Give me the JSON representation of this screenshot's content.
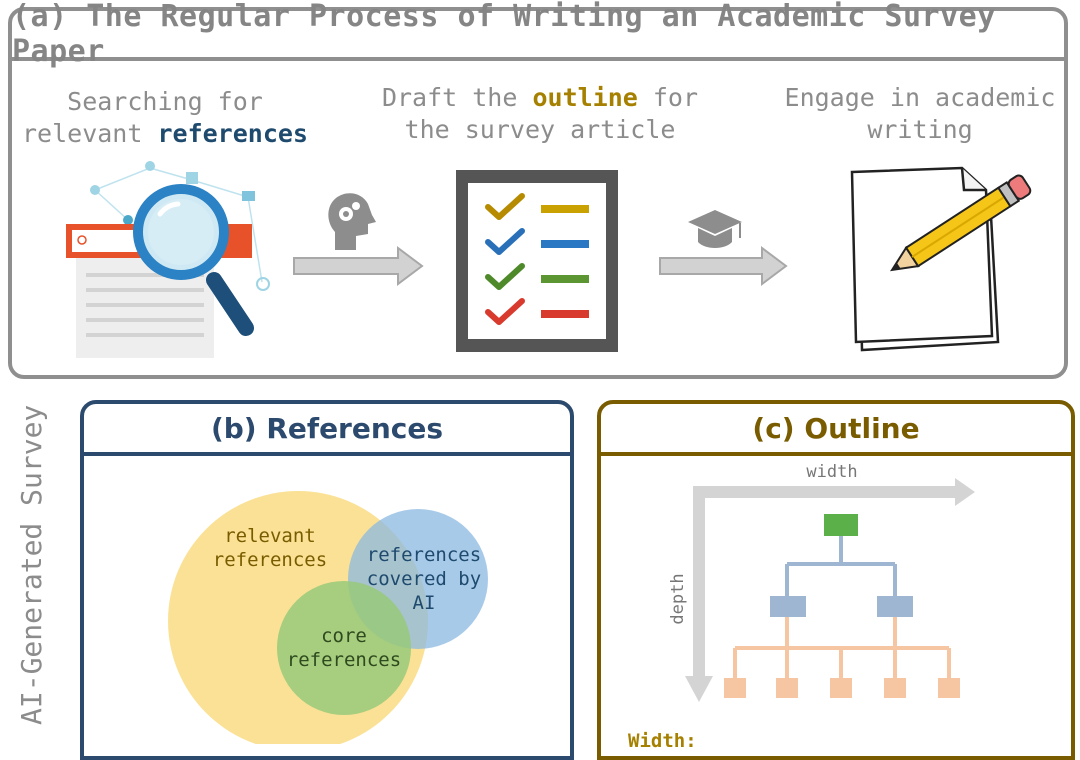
{
  "panel_a": {
    "title": "(a) The Regular Process of Writing an Academic Survey Paper",
    "step1": {
      "prefix": "Searching for",
      "line2_prefix": "relevant ",
      "highlight": "references"
    },
    "step2": {
      "line1_prefix": "Draft the ",
      "highlight": "outline",
      "line1_suffix": " for",
      "line2": "the survey article"
    },
    "step3": {
      "line1": "Engage in academic",
      "line2": "writing"
    }
  },
  "side_label": "AI-Generated Survey",
  "panel_b": {
    "title": "(b) References",
    "relevant_line1": "relevant",
    "relevant_line2": "references",
    "ai_line1": "references",
    "ai_line2": "covered by",
    "ai_line3": "AI",
    "core_line1": "core",
    "core_line2": "references"
  },
  "panel_c": {
    "title": "(c) Outline",
    "width_label": "width",
    "depth_label": "depth",
    "bottom_label": "Width:"
  },
  "colors": {
    "gray_border": "#8f8f8f",
    "navy": "#2c4a6e",
    "gold": "#a68000",
    "relevant_fill": "#f9dc82",
    "ai_fill": "#8bb8e2",
    "core_fill": "#98c97a"
  },
  "icons": [
    "magnifier-search-icon",
    "head-gears-icon",
    "arrow-right-icon",
    "checklist-icon",
    "graduation-cap-icon",
    "paper-pencil-icon"
  ]
}
